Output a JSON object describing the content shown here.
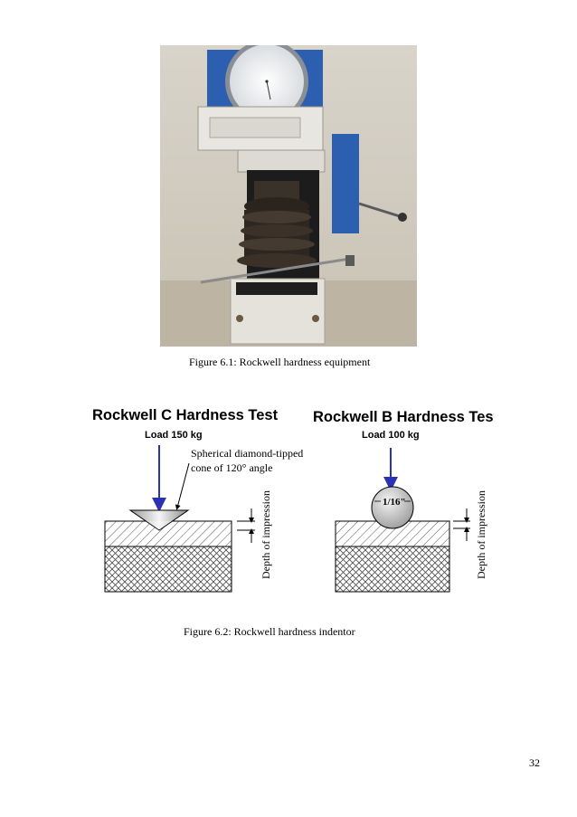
{
  "figure1": {
    "caption": "Figure 6.1: Rockwell hardness equipment"
  },
  "figure2": {
    "caption": "Figure 6.2: Rockwell hardness indentor",
    "c_test": {
      "title": "Rockwell C Hardness Test",
      "load": "Load 150 kg",
      "note_line1": "Spherical diamond-tipped",
      "note_line2": "cone of 120° angle",
      "depth_label": "Depth of impression"
    },
    "b_test": {
      "title": "Rockwell B Hardness Test",
      "load": "Load 100 kg",
      "ball_size": "1/16\"",
      "depth_label": "Depth of impression"
    }
  },
  "page_number": "32",
  "colors": {
    "arrow_blue": "#2b33b3",
    "machine_blue": "#2d5fb0",
    "ball_grey": "#b5b5b5"
  }
}
